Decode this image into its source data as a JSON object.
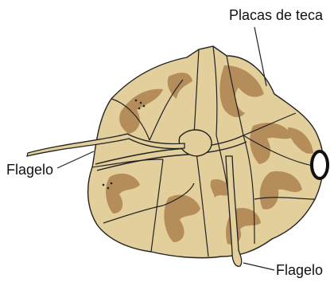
{
  "labels": {
    "thecal_plates": "Placas de teca",
    "flagellum_transverse": "Flagelo",
    "flagellum_longitudinal": "Flagelo"
  },
  "colors": {
    "plate_fill": "#e2cf9c",
    "plate_shadow": "#b58d5a",
    "outline": "#222222",
    "background": "#ffffff"
  }
}
